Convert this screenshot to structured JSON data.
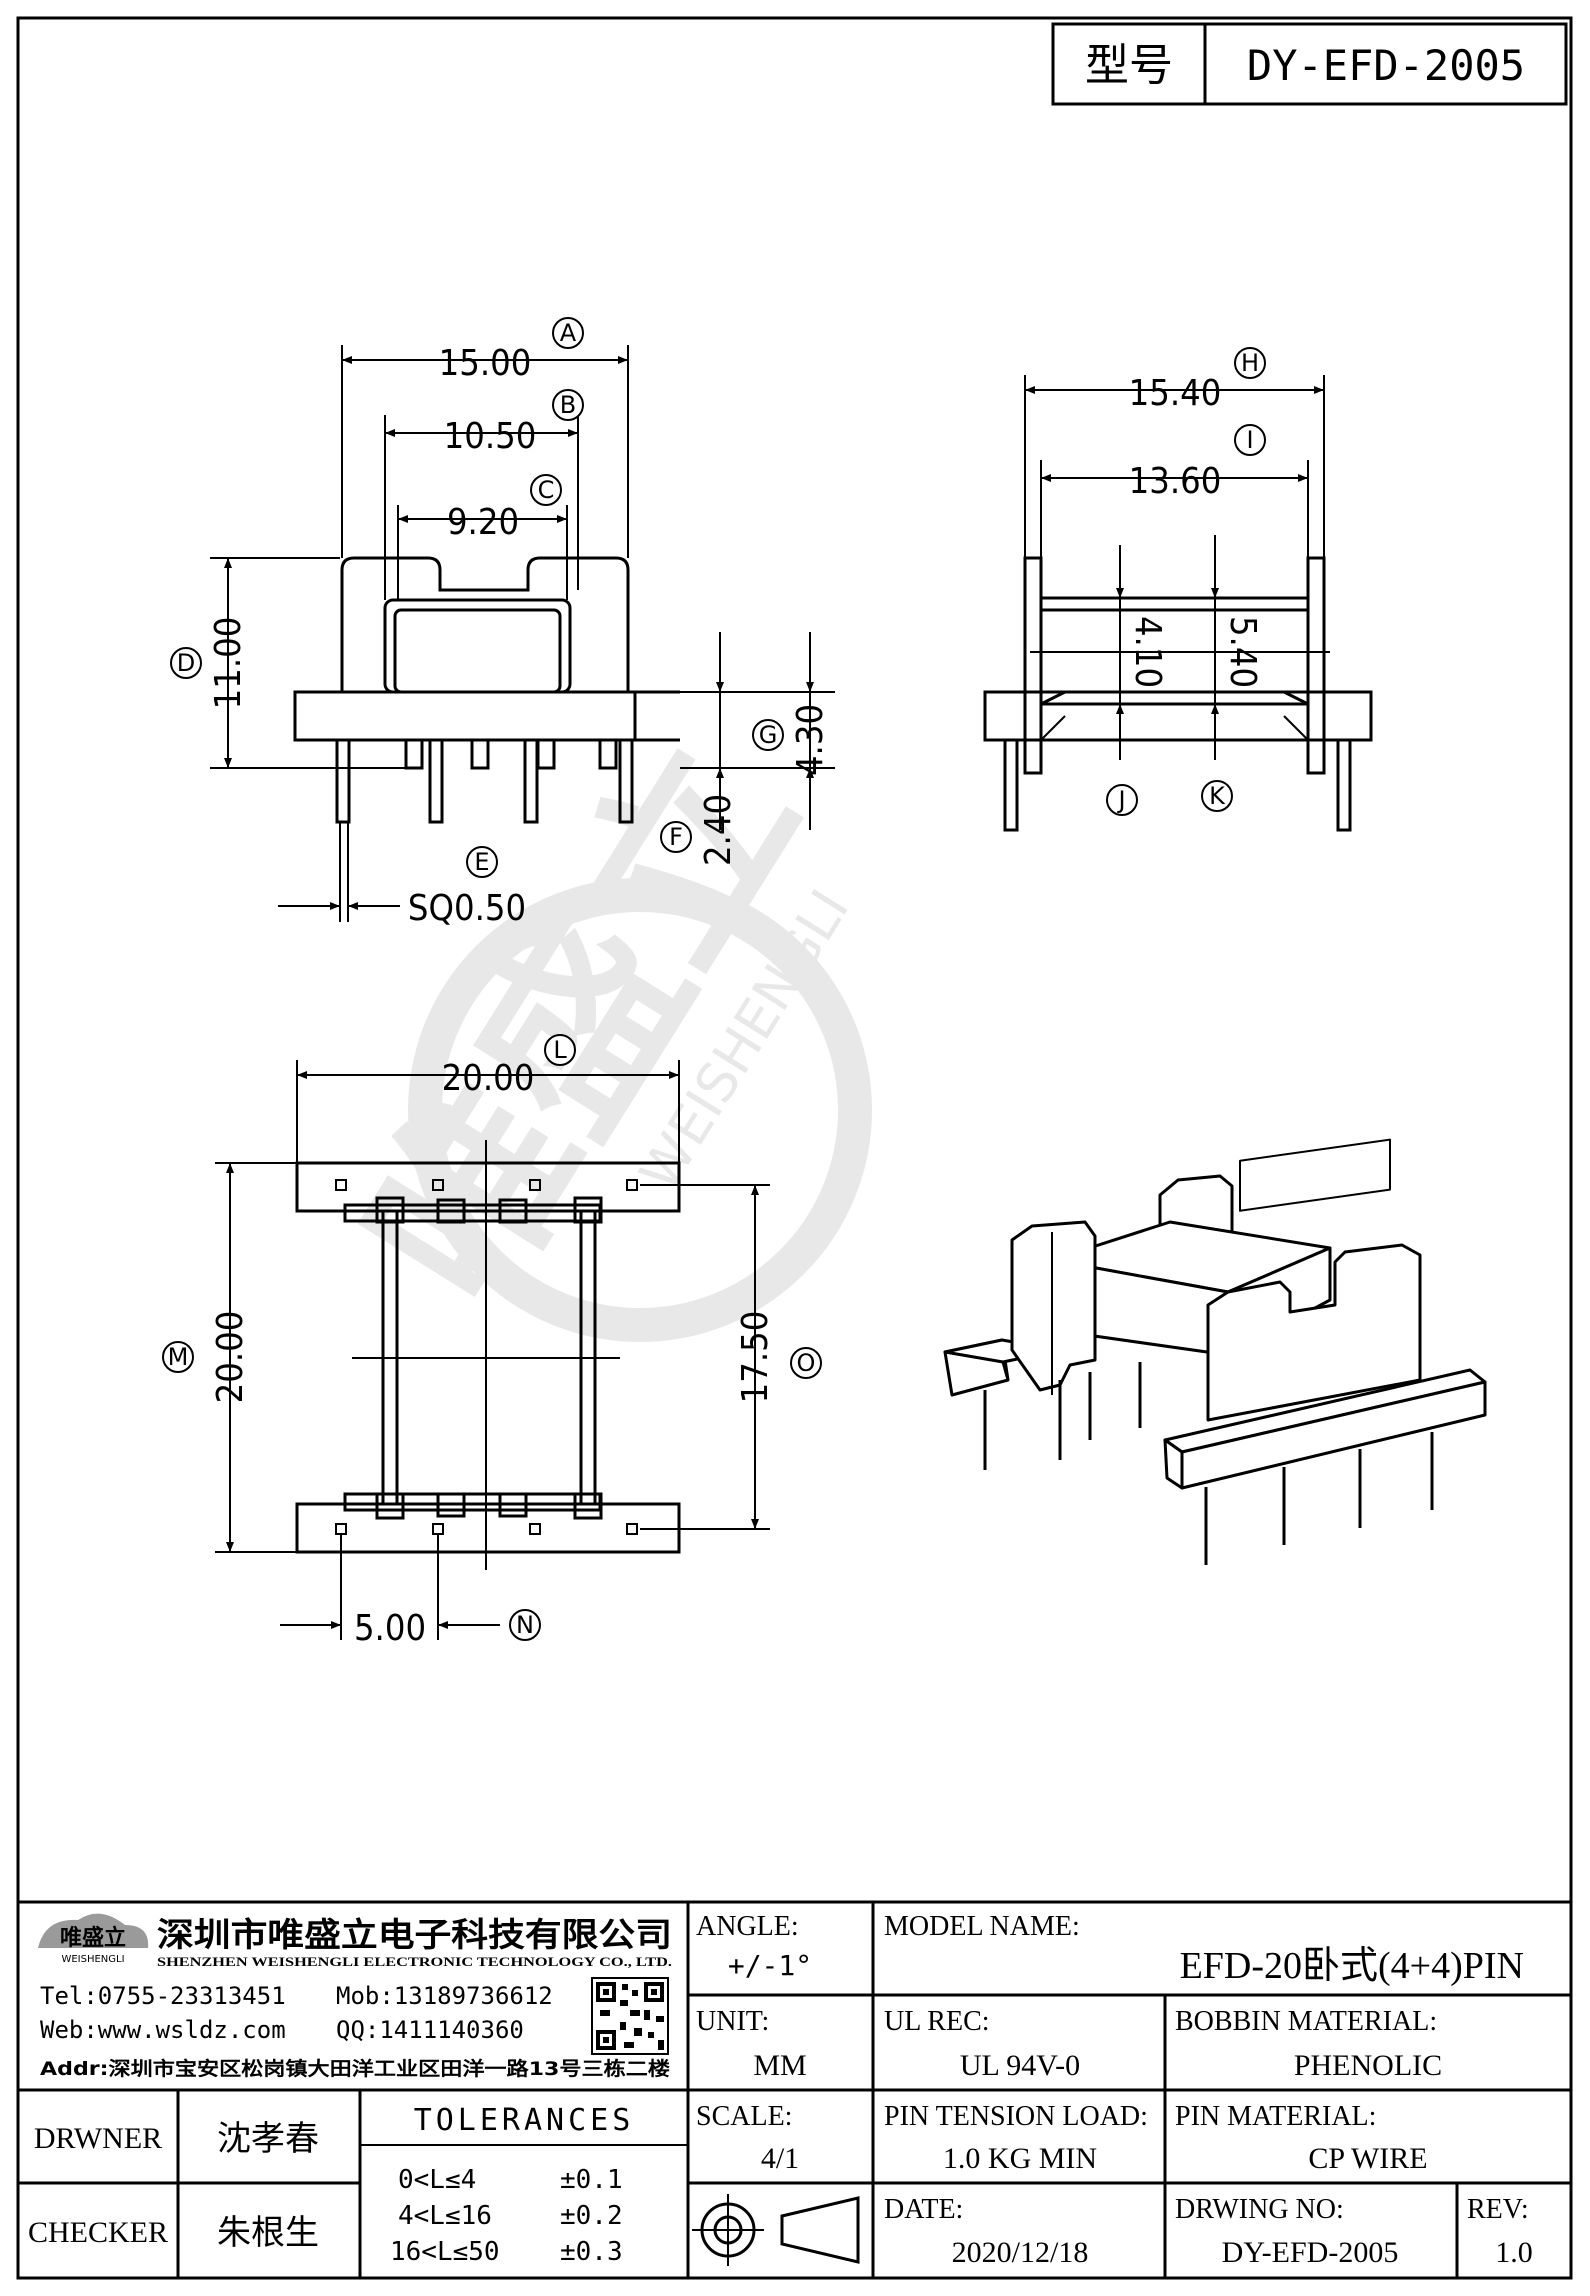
{
  "header": {
    "model_label": "型号",
    "model_value": "DY-EFD-2005"
  },
  "dimensions": {
    "A": "15.00",
    "B": "10.50",
    "C": "9.20",
    "D": "11.00",
    "E": "SQ0.50",
    "F": "2.40",
    "G": "4.30",
    "H": "15.40",
    "I": "13.60",
    "J": "4.10",
    "K": "5.40",
    "L": "20.00",
    "M": "20.00",
    "N": "5.00",
    "O": "17.50"
  },
  "markers": [
    "A",
    "B",
    "C",
    "D",
    "E",
    "F",
    "G",
    "H",
    "I",
    "J",
    "K",
    "L",
    "M",
    "N",
    "O"
  ],
  "watermark": {
    "cn": "唯盛立",
    "en": "WEISHENGLI"
  },
  "company": {
    "logo_cn": "唯盛立",
    "logo_en": "WEISHENGLI",
    "name_cn": "深圳市唯盛立电子科技有限公司",
    "name_en": "SHENZHEN WEISHENGLI ELECTRONIC TECHNOLOGY CO., LTD.",
    "tel": "Tel:0755-23313451",
    "mob": "Mob:13189736612",
    "web": "Web:www.wsldz.com",
    "qq": "QQ:1411140360",
    "addr": "Addr:深圳市宝安区松岗镇大田洋工业区田洋一路13号三栋二楼"
  },
  "title_block": {
    "drawer_label": "DRWNER",
    "drawer_value": "沈孝春",
    "checker_label": "CHECKER",
    "checker_value": "朱根生",
    "tolerances_label": "TOLERANCES",
    "tolerances": [
      {
        "range": "0<L≤4",
        "value": "±0.1"
      },
      {
        "range": "4<L≤16",
        "value": "±0.2"
      },
      {
        "range": "16<L≤50",
        "value": "±0.3"
      }
    ],
    "angle_label": "ANGLE:",
    "angle_value": "+/-1°",
    "unit_label": "UNIT:",
    "unit_value": "MM",
    "scale_label": "SCALE:",
    "scale_value": "4/1",
    "model_name_label": "MODEL NAME:",
    "model_name_value": "EFD-20卧式(4+4)PIN",
    "ul_rec_label": "UL REC:",
    "ul_rec_value": "UL 94V-0",
    "bobbin_material_label": "BOBBIN MATERIAL:",
    "bobbin_material_value": "PHENOLIC",
    "pin_tension_label": "PIN TENSION LOAD:",
    "pin_tension_value": "1.0 KG MIN",
    "pin_material_label": "PIN MATERIAL:",
    "pin_material_value": "CP WIRE",
    "date_label": "DATE:",
    "date_value": "2020/12/18",
    "drawing_no_label": "DRWING NO:",
    "drawing_no_value": "DY-EFD-2005",
    "rev_label": "REV:",
    "rev_value": "1.0"
  },
  "colors": {
    "line": "#000000",
    "watermark": "#d9d9d9",
    "background": "#ffffff"
  }
}
